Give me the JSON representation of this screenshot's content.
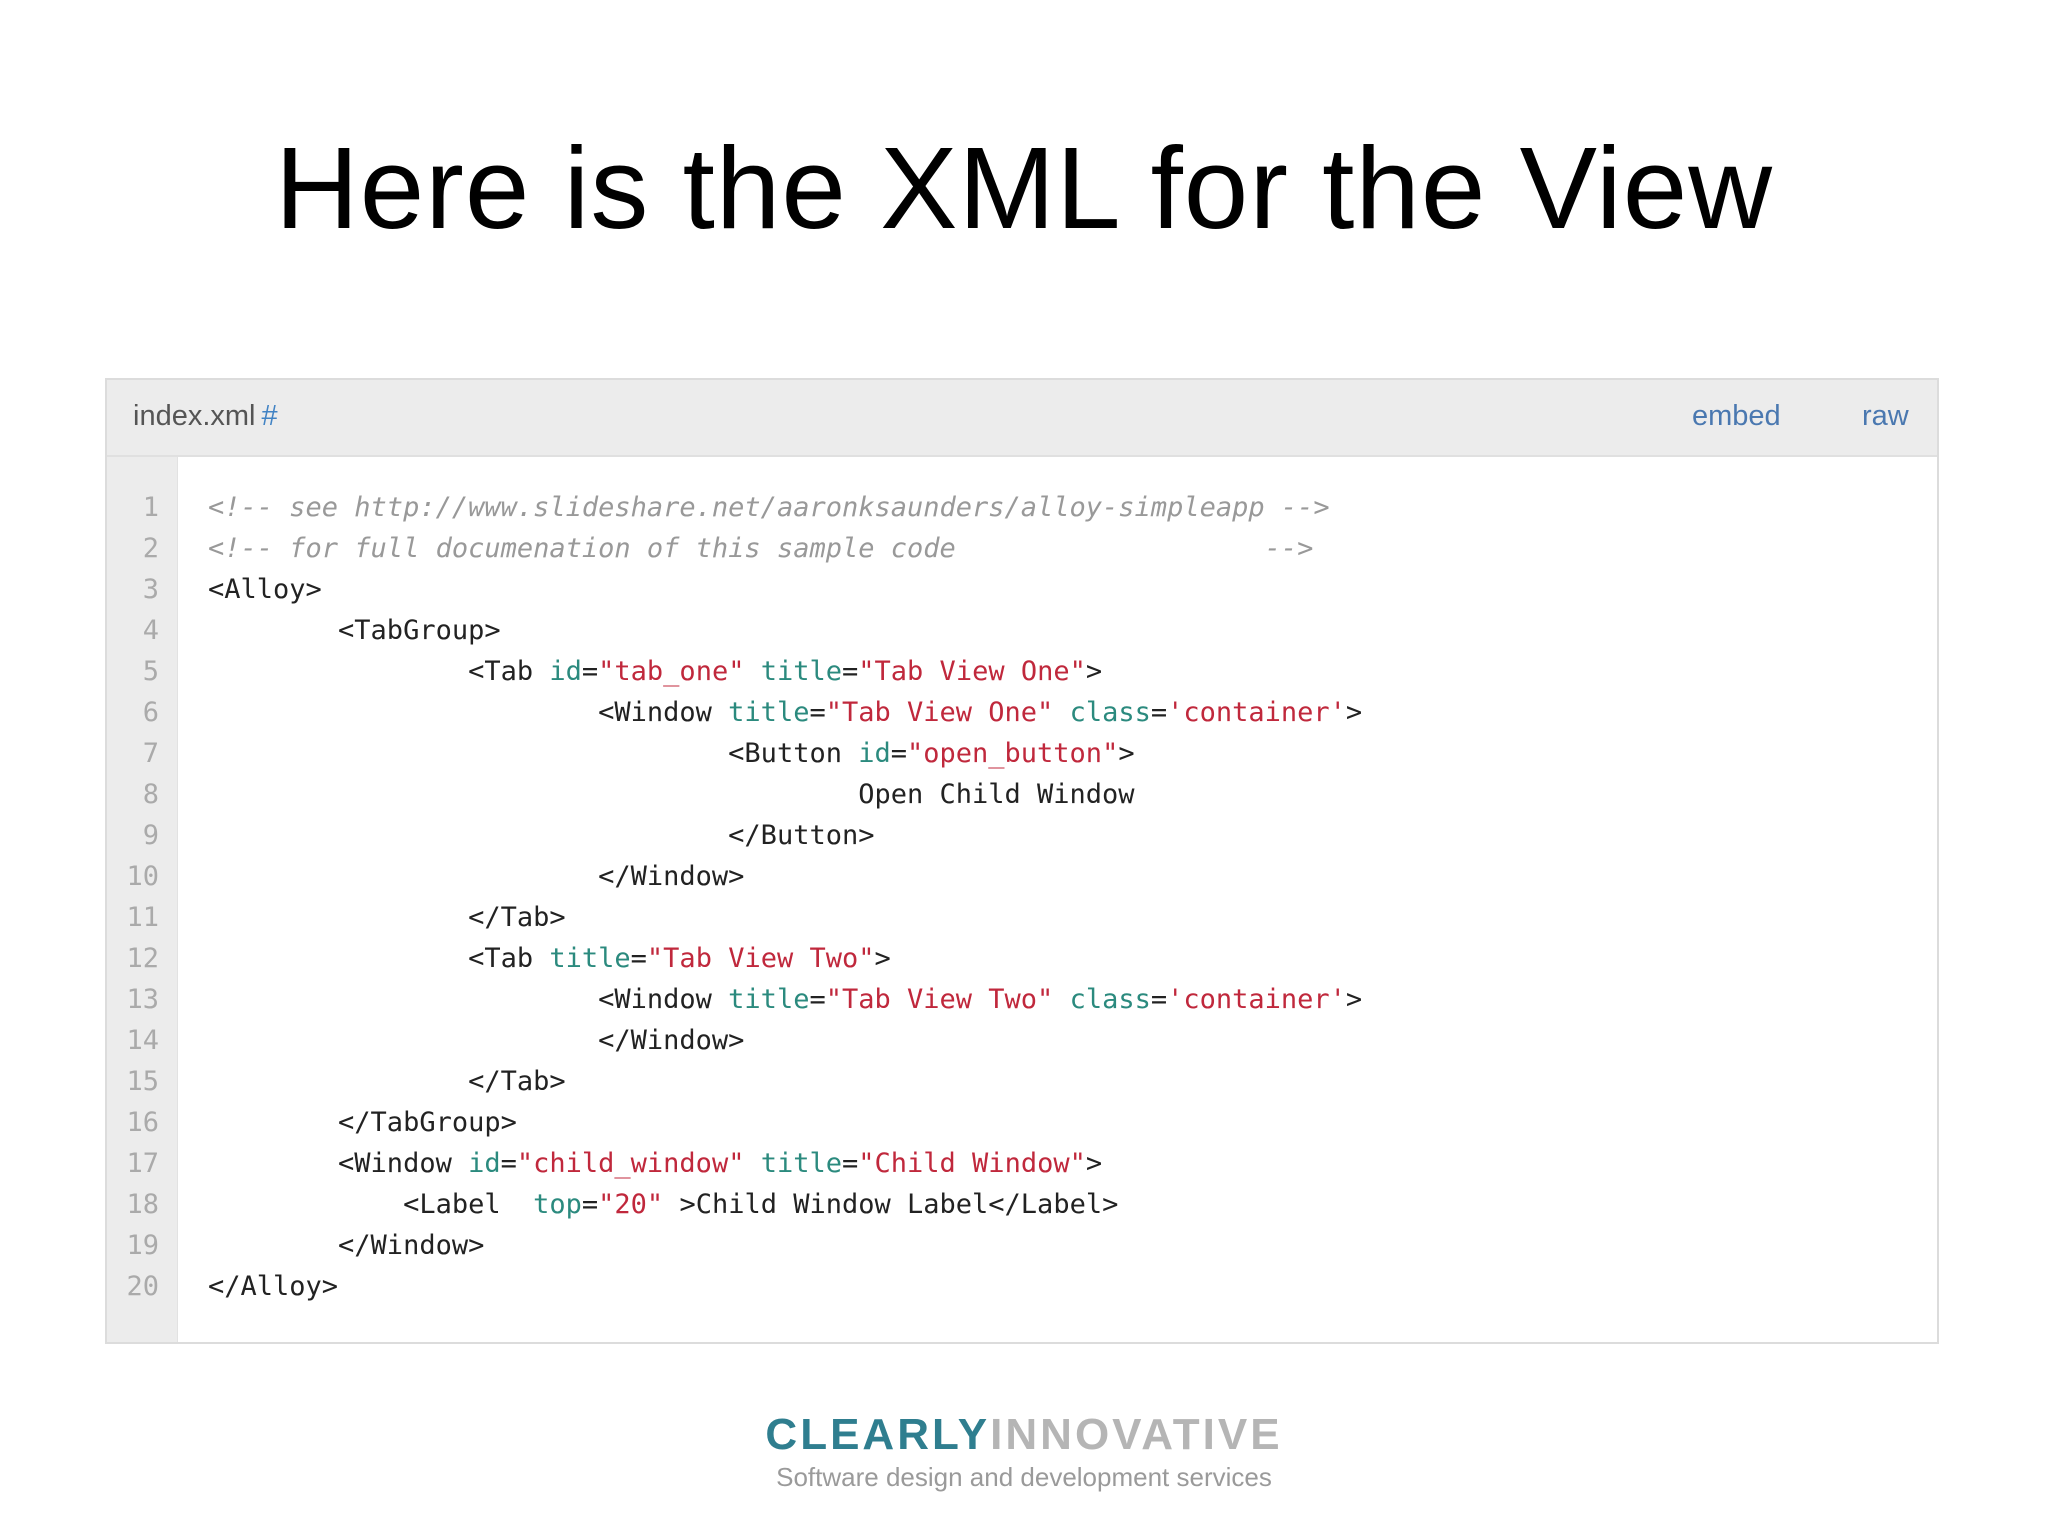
{
  "slide": {
    "title": "Here is the XML for the View"
  },
  "gist": {
    "filename": "index.xml",
    "hash": "#",
    "embed_label": "embed",
    "raw_label": "raw",
    "colors": {
      "comment": "#999999",
      "attribute": "#2b8a7e",
      "string": "#c0283c",
      "tag": "#222222"
    },
    "lines": [
      {
        "num": "1",
        "tokens": [
          {
            "t": "comment",
            "v": "<!-- see http://www.slideshare.net/aaronksaunders/alloy-simpleapp -->"
          }
        ]
      },
      {
        "num": "2",
        "tokens": [
          {
            "t": "comment",
            "v": "<!-- for full documenation of this sample code                   -->"
          }
        ]
      },
      {
        "num": "3",
        "tokens": [
          {
            "t": "tag",
            "v": "<Alloy>"
          }
        ]
      },
      {
        "num": "4",
        "tokens": [
          {
            "t": "tag",
            "v": "        <TabGroup>"
          }
        ]
      },
      {
        "num": "5",
        "tokens": [
          {
            "t": "tag",
            "v": "                <Tab "
          },
          {
            "t": "attr",
            "v": "id"
          },
          {
            "t": "eq",
            "v": "="
          },
          {
            "t": "str",
            "v": "\"tab_one\""
          },
          {
            "t": "tag",
            "v": " "
          },
          {
            "t": "attr",
            "v": "title"
          },
          {
            "t": "eq",
            "v": "="
          },
          {
            "t": "str",
            "v": "\"Tab View One\""
          },
          {
            "t": "tag",
            "v": ">"
          }
        ]
      },
      {
        "num": "6",
        "tokens": [
          {
            "t": "tag",
            "v": "                        <Window "
          },
          {
            "t": "attr",
            "v": "title"
          },
          {
            "t": "eq",
            "v": "="
          },
          {
            "t": "str",
            "v": "\"Tab View One\""
          },
          {
            "t": "tag",
            "v": " "
          },
          {
            "t": "attr",
            "v": "class"
          },
          {
            "t": "eq",
            "v": "="
          },
          {
            "t": "str",
            "v": "'container'"
          },
          {
            "t": "tag",
            "v": ">"
          }
        ]
      },
      {
        "num": "7",
        "tokens": [
          {
            "t": "tag",
            "v": "                                <Button "
          },
          {
            "t": "attr",
            "v": "id"
          },
          {
            "t": "eq",
            "v": "="
          },
          {
            "t": "str",
            "v": "\"open_button\""
          },
          {
            "t": "tag",
            "v": ">"
          }
        ]
      },
      {
        "num": "8",
        "tokens": [
          {
            "t": "text",
            "v": "                                        Open Child Window"
          }
        ]
      },
      {
        "num": "9",
        "tokens": [
          {
            "t": "tag",
            "v": "                                </Button>"
          }
        ]
      },
      {
        "num": "10",
        "tokens": [
          {
            "t": "tag",
            "v": "                        </Window>"
          }
        ]
      },
      {
        "num": "11",
        "tokens": [
          {
            "t": "tag",
            "v": "                </Tab>"
          }
        ]
      },
      {
        "num": "12",
        "tokens": [
          {
            "t": "tag",
            "v": "                <Tab "
          },
          {
            "t": "attr",
            "v": "title"
          },
          {
            "t": "eq",
            "v": "="
          },
          {
            "t": "str",
            "v": "\"Tab View Two\""
          },
          {
            "t": "tag",
            "v": ">"
          }
        ]
      },
      {
        "num": "13",
        "tokens": [
          {
            "t": "tag",
            "v": "                        <Window "
          },
          {
            "t": "attr",
            "v": "title"
          },
          {
            "t": "eq",
            "v": "="
          },
          {
            "t": "str",
            "v": "\"Tab View Two\""
          },
          {
            "t": "tag",
            "v": " "
          },
          {
            "t": "attr",
            "v": "class"
          },
          {
            "t": "eq",
            "v": "="
          },
          {
            "t": "str",
            "v": "'container'"
          },
          {
            "t": "tag",
            "v": ">"
          }
        ]
      },
      {
        "num": "14",
        "tokens": [
          {
            "t": "tag",
            "v": "                        </Window>"
          }
        ]
      },
      {
        "num": "15",
        "tokens": [
          {
            "t": "tag",
            "v": "                </Tab>"
          }
        ]
      },
      {
        "num": "16",
        "tokens": [
          {
            "t": "tag",
            "v": "        </TabGroup>"
          }
        ]
      },
      {
        "num": "17",
        "tokens": [
          {
            "t": "tag",
            "v": "        <Window "
          },
          {
            "t": "attr",
            "v": "id"
          },
          {
            "t": "eq",
            "v": "="
          },
          {
            "t": "str",
            "v": "\"child_window\""
          },
          {
            "t": "tag",
            "v": " "
          },
          {
            "t": "attr",
            "v": "title"
          },
          {
            "t": "eq",
            "v": "="
          },
          {
            "t": "str",
            "v": "\"Child Window\""
          },
          {
            "t": "tag",
            "v": ">"
          }
        ]
      },
      {
        "num": "18",
        "tokens": [
          {
            "t": "tag",
            "v": "            <Label  "
          },
          {
            "t": "attr",
            "v": "top"
          },
          {
            "t": "eq",
            "v": "="
          },
          {
            "t": "str",
            "v": "\"20\""
          },
          {
            "t": "tag",
            "v": " >Child Window Label</Label>"
          }
        ]
      },
      {
        "num": "19",
        "tokens": [
          {
            "t": "tag",
            "v": "        </Window>"
          }
        ]
      },
      {
        "num": "20",
        "tokens": [
          {
            "t": "tag",
            "v": "</Alloy>"
          }
        ]
      }
    ]
  },
  "logo": {
    "word_a": "CLEARLY",
    "word_b": "INNOVATIVE",
    "tagline": "Software design and development services",
    "colors": {
      "word_a": "#2f7e8f",
      "word_b": "#b5b5b5"
    }
  }
}
